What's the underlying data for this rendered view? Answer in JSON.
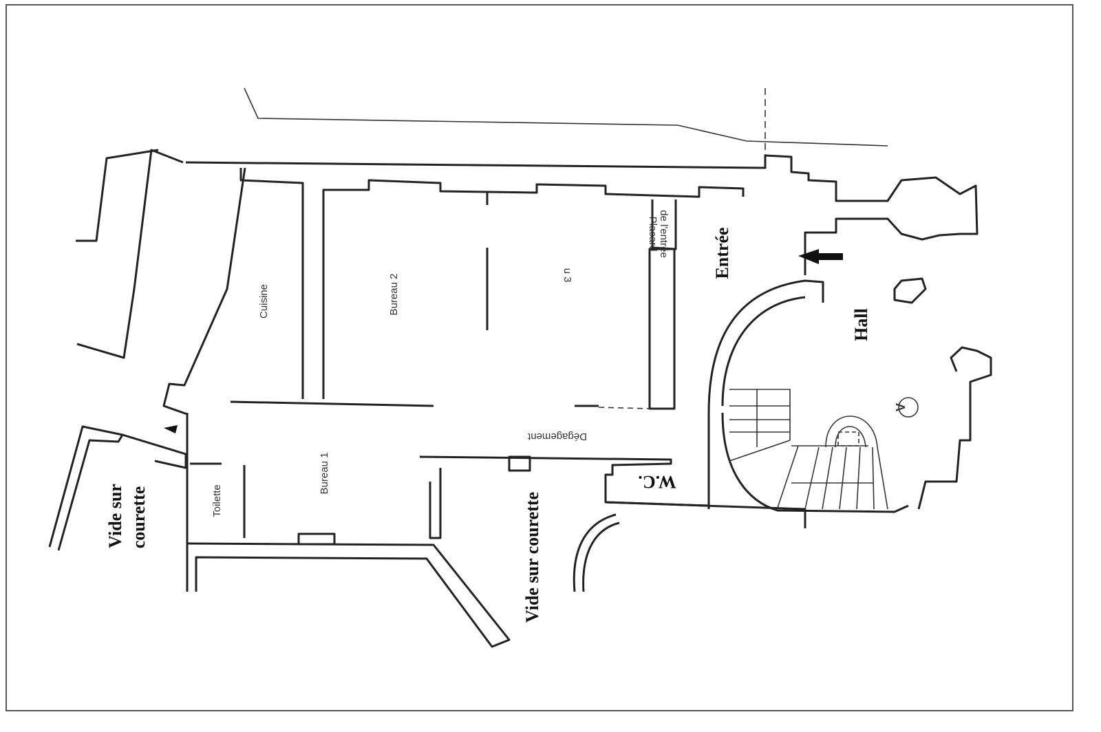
{
  "plan": {
    "rooms": {
      "cuisine": "Cuisine",
      "bureau1": "Bureau 1",
      "bureau2": "Bureau 2",
      "bureau3": "u 3",
      "placard_line1": "Placard",
      "placard_line2": "de l'entrée",
      "entree": "Entrée",
      "hall": "Hall",
      "wc": "W.C.",
      "degagement": "Dégagement",
      "toilette": "Toilette",
      "vide_left_line1": "Vide sur",
      "vide_left_line2": "courette",
      "vide_center": "Vide sur courette",
      "lift_symbol": "V"
    }
  }
}
